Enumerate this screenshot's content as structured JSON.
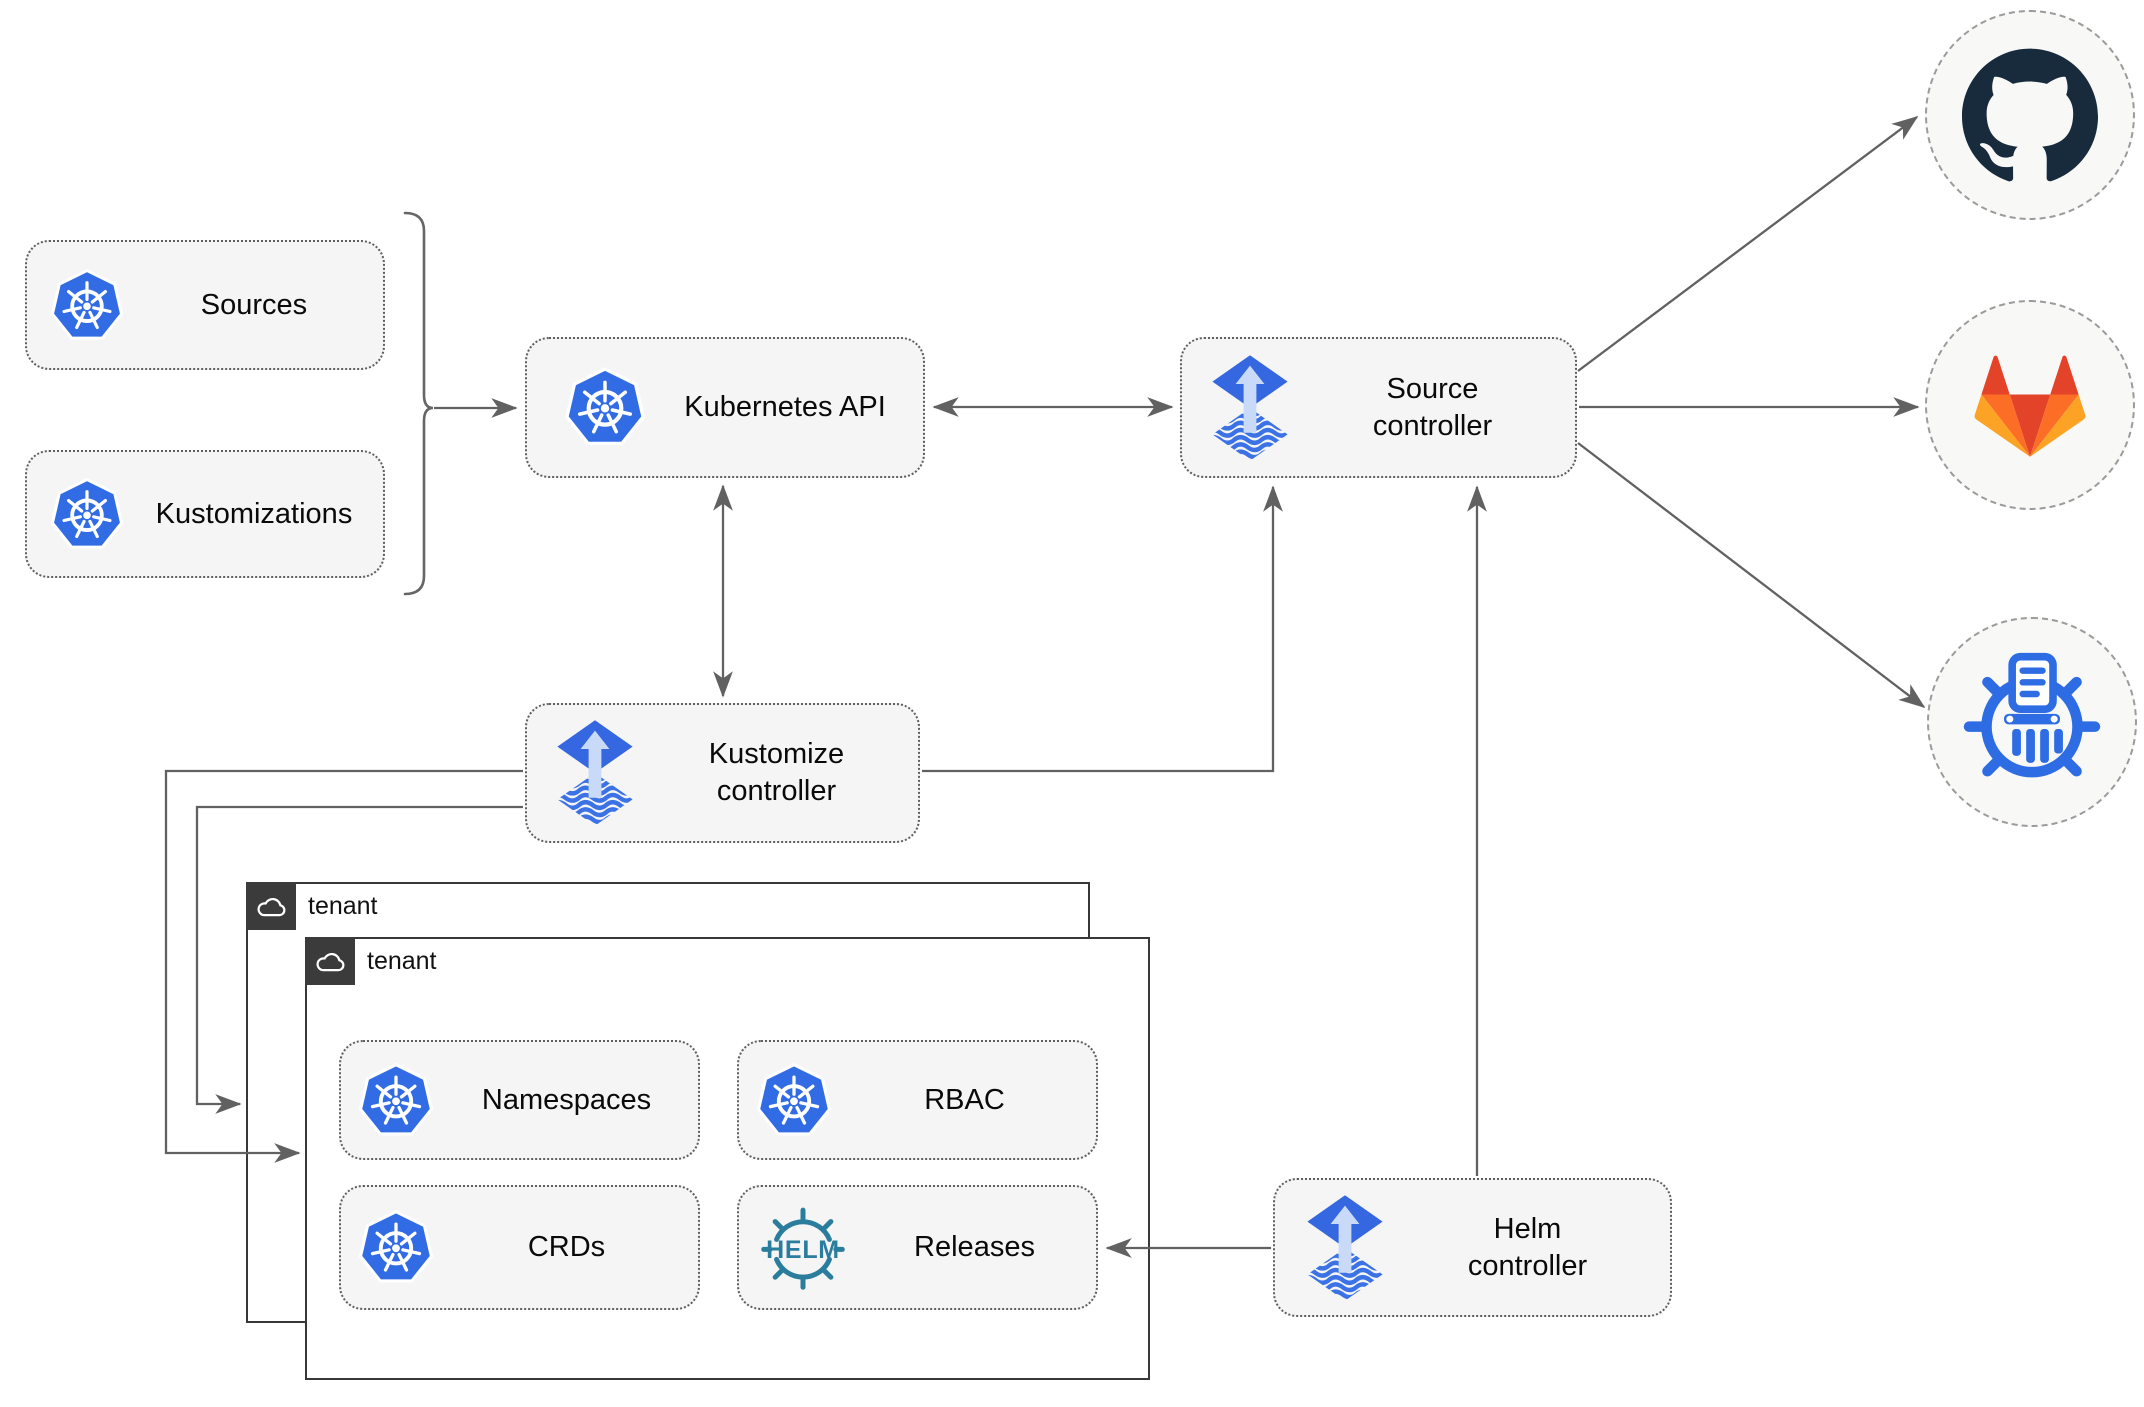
{
  "nodes": {
    "sources": {
      "label": "Sources",
      "icon": "kubernetes-icon"
    },
    "kustomizations": {
      "label": "Kustomizations",
      "icon": "kubernetes-icon"
    },
    "kubernetes_api": {
      "label": "Kubernetes API",
      "icon": "kubernetes-icon"
    },
    "source_controller": {
      "label": "Source\ncontroller",
      "icon": "flux-icon"
    },
    "kustomize_controller": {
      "label": "Kustomize\ncontroller",
      "icon": "flux-icon"
    },
    "helm_controller": {
      "label": "Helm\ncontroller",
      "icon": "flux-icon"
    },
    "namespaces": {
      "label": "Namespaces",
      "icon": "kubernetes-icon"
    },
    "rbac": {
      "label": "RBAC",
      "icon": "kubernetes-icon"
    },
    "crds": {
      "label": "CRDs",
      "icon": "kubernetes-icon"
    },
    "releases": {
      "label": "Releases",
      "icon": "helm-icon",
      "icon_text": "HELM"
    },
    "github": {
      "icon": "github-icon"
    },
    "gitlab": {
      "icon": "gitlab-icon"
    },
    "chart_repository": {
      "icon": "chartmuseum-icon"
    }
  },
  "tenants": {
    "back": {
      "label": "tenant"
    },
    "front": {
      "label": "tenant"
    }
  },
  "colors": {
    "kubernetes_blue": "#326ce5",
    "flux_blue": "#3567e0",
    "flux_wave_blue": "#3b72e6",
    "flux_arrow_light": "#c9daf8",
    "github_dark": "#182b3d",
    "gitlab_red": "#e24329",
    "gitlab_orange": "#fc6d26",
    "gitlab_yellow": "#fca326",
    "helm_teal": "#2b7d9e",
    "chartmuseum_blue": "#2d6ce3",
    "connector_gray": "#616161",
    "node_fill": "#f5f5f5",
    "node_border": "#5f5f5f",
    "tenant_border": "#383838"
  }
}
